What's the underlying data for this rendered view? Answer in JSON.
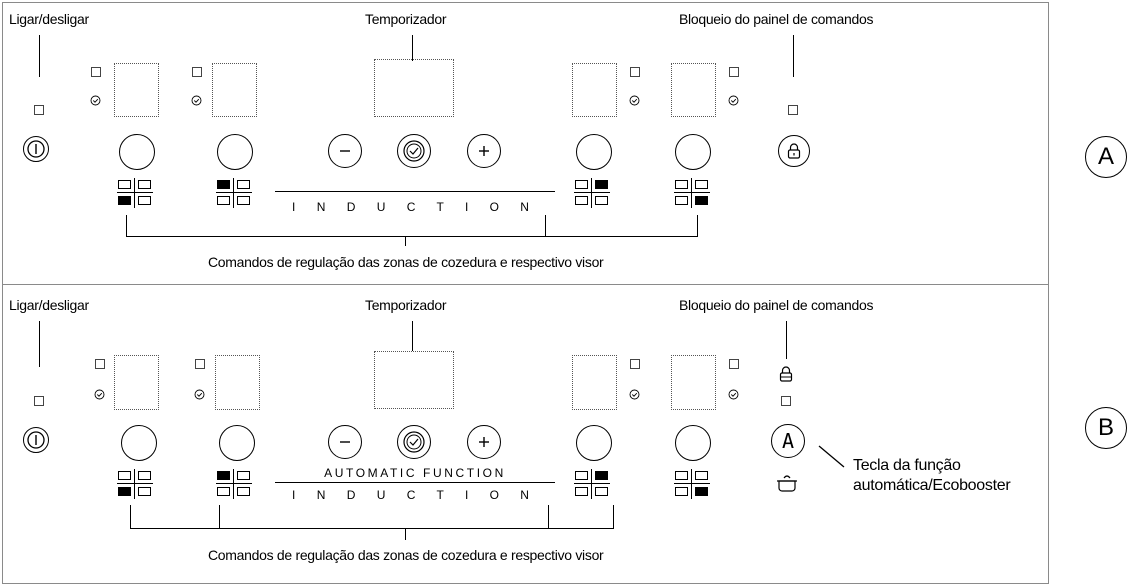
{
  "panel_a": {
    "label_power": "Ligar/desligar",
    "label_timer": "Temporizador",
    "label_lock": "Bloqueio do painel de comandos",
    "label_controls": "Comandos de regulação das zonas de cozedura e respectivo visor",
    "brand_text": "I N D U C T I O N",
    "letter": "A"
  },
  "panel_b": {
    "label_power": "Ligar/desligar",
    "label_timer": "Temporizador",
    "label_lock": "Bloqueio do painel de comandos",
    "label_controls": "Comandos de regulação das zonas de cozedura e respectivo visor",
    "brand_top": "AUTOMATIC FUNCTION",
    "brand_text": "I N D U C T I O N",
    "auto_key_line1": "Tecla da função",
    "auto_key_line2": "automática/Ecobooster",
    "auto_key_symbol": "A",
    "letter": "B"
  },
  "icons": {
    "power": "power-icon",
    "minus": "minus-icon",
    "timer": "clock-icon",
    "plus": "plus-icon",
    "lock": "padlock-icon",
    "pot": "pot-icon"
  }
}
